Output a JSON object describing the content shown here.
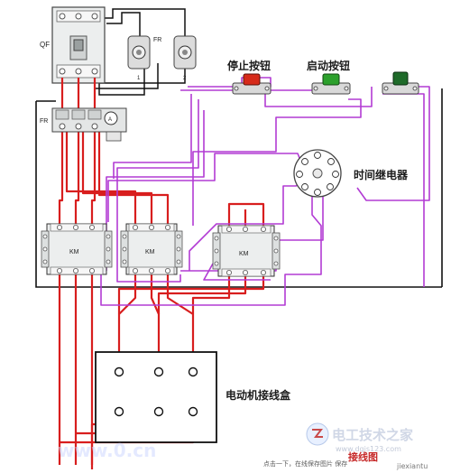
{
  "labels": {
    "qf": "QF",
    "fr_top": "FR",
    "fr_block": "FR",
    "fr_term_1": "1",
    "fr_term_2": "2",
    "km": "KM",
    "stop_button": "停止按钮",
    "start_button": "启动按钮",
    "time_relay": "时间继电器",
    "motor_box": "电动机接线盒"
  },
  "watermark": {
    "brand_cn": "电工技术之家",
    "brand_en": "www.dgjs123.com",
    "site_cn": "接线图",
    "site_en": "jiexiantu",
    "hint": "点击一下，在线保存图片 保存",
    "left_url": "www.0.cn"
  },
  "colors": {
    "red_wire": "#d81e1e",
    "purple_wire": "#b23bd4",
    "black_wire": "#111111",
    "stop_cap": "#d62a1a",
    "start_cap": "#2ca02c",
    "third_cap": "#1f6b2a"
  }
}
